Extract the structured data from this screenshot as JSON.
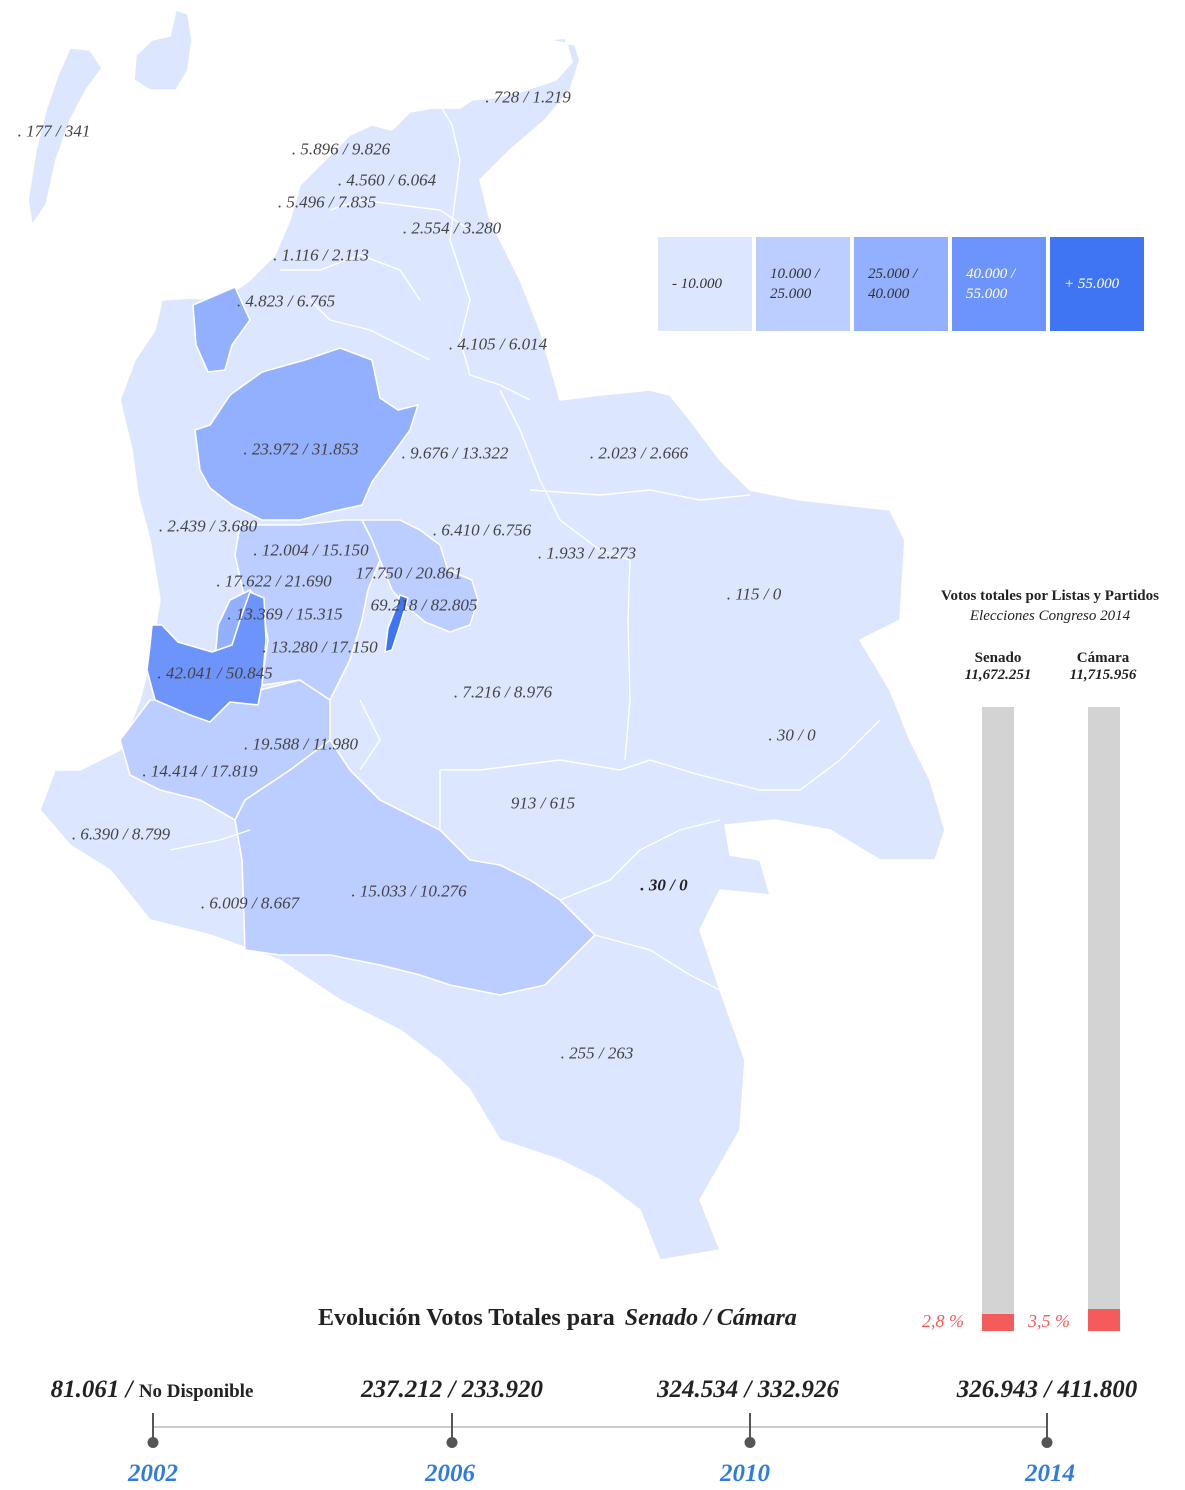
{
  "colors": {
    "bin_1": "#dde6ff",
    "bin_2": "#bccdff",
    "bin_3": "#93b0ff",
    "bin_4": "#6d94fb",
    "bin_5": "#3f74f3",
    "bar_track": "#d3d3d3",
    "bar_fill": "#f45b5b",
    "year": "#2f7be0"
  },
  "legend": {
    "bins": [
      {
        "label": "- 10.000"
      },
      {
        "label": "10.000 / 25.000"
      },
      {
        "label": "25.000 / 40.000"
      },
      {
        "label": "40.000 / 55.000"
      },
      {
        "label": "+ 55.000"
      }
    ]
  },
  "map": {
    "labels": [
      {
        "text": ". 177 / 341"
      },
      {
        "text": ". 728 / 1.219"
      },
      {
        "text": ". 5.896 / 9.826"
      },
      {
        "text": ". 4.560 / 6.064"
      },
      {
        "text": ". 5.496 / 7.835"
      },
      {
        "text": ". 2.554 / 3.280"
      },
      {
        "text": ". 1.116 / 2.113"
      },
      {
        "text": ". 4.823 / 6.765"
      },
      {
        "text": ". 4.105 / 6.014"
      },
      {
        "text": ". 23.972 / 31.853"
      },
      {
        "text": ". 9.676 / 13.322"
      },
      {
        "text": ". 2.023 / 2.666"
      },
      {
        "text": ". 2.439 / 3.680"
      },
      {
        "text": ". 6.410 / 6.756"
      },
      {
        "text": ". 12.004 / 15.150"
      },
      {
        "text": ". 1.933 / 2.273"
      },
      {
        "text": ". 17.622 / 21.690"
      },
      {
        "text": "17.750 / 20.861"
      },
      {
        "text": ". 115 / 0"
      },
      {
        "text": ". 13.369 / 15.315"
      },
      {
        "text": "69.218 / 82.805"
      },
      {
        "text": ". 13.280 / 17.150"
      },
      {
        "text": ". 42.041 / 50.845"
      },
      {
        "text": ". 7.216 / 8.976"
      },
      {
        "text": ". 30 / 0"
      },
      {
        "text": ". 19.588 / 11.980"
      },
      {
        "text": ". 14.414 / 17.819"
      },
      {
        "text": "913 / 615"
      },
      {
        "text": ". 6.390 / 8.799"
      },
      {
        "text": ". 30 / 0"
      },
      {
        "text": ". 15.033 / 10.276"
      },
      {
        "text": ". 6.009 / 8.667"
      },
      {
        "text": ". 255 / 263"
      }
    ]
  },
  "totals_chart": {
    "title": "Votos totales por Listas y Partidos",
    "subtitle": "Elecciones Congreso 2014",
    "bars": [
      {
        "name": "Senado",
        "total": "11,672.251",
        "pct_label": "2,8 %",
        "pct": 2.8
      },
      {
        "name": "Cámara",
        "total": "11,715.956",
        "pct_label": "3,5 %",
        "pct": 3.5
      }
    ]
  },
  "evolution": {
    "title": "Evolución Votos Totales para",
    "title_em": "Senado / Cámara",
    "items": [
      {
        "year": "2002",
        "value": "81.061 / ",
        "value_extra": "No Disponible"
      },
      {
        "year": "2006",
        "value": "237.212 / 233.920",
        "value_extra": ""
      },
      {
        "year": "2010",
        "value": "324.534 / 332.926",
        "value_extra": ""
      },
      {
        "year": "2014",
        "value": "326.943 / 411.800",
        "value_extra": ""
      }
    ]
  }
}
